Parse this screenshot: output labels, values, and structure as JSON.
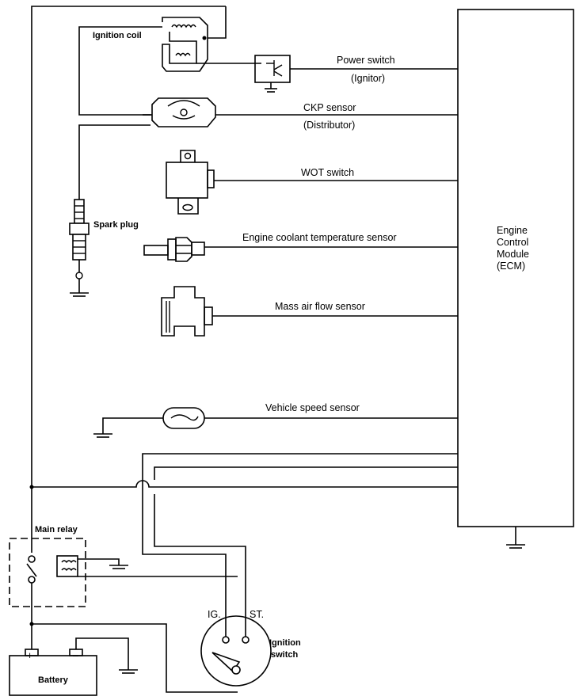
{
  "labels": {
    "ignition_coil": "Ignition coil",
    "power_switch": "Power switch",
    "ignitor": "(Ignitor)",
    "ckp_sensor": "CKP sensor",
    "distributor": "(Distributor)",
    "wot_switch": "WOT switch",
    "spark_plug": "Spark plug",
    "ect_sensor": "Engine coolant temperature sensor",
    "maf_sensor": "Mass air flow sensor",
    "vss": "Vehicle speed sensor",
    "ecm_line1": "Engine",
    "ecm_line2": "Control",
    "ecm_line3": "Module",
    "ecm_line4": "(ECM)",
    "main_relay": "Main relay",
    "ig_terminal": "IG.",
    "st_terminal": "ST.",
    "ignition_switch_line1": "Ignition",
    "ignition_switch_line2": "switch",
    "battery": "Battery",
    "battery_plus": "+",
    "battery_minus": "–"
  }
}
